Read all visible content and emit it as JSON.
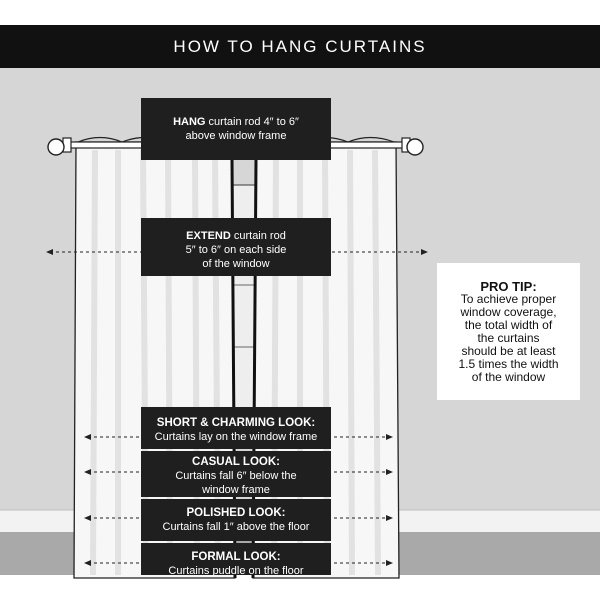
{
  "header": {
    "title": "HOW TO HANG CURTAINS"
  },
  "hang": {
    "bold": "HANG",
    "line1": " curtain rod 4″ to 6″",
    "line2": "above window frame"
  },
  "extend": {
    "bold": "EXTEND",
    "line1": " curtain rod",
    "line2": "5″ to 6″ on each side",
    "line3": "of the window"
  },
  "looks": [
    {
      "title": "SHORT & CHARMING LOOK:",
      "desc": "Curtains lay on the window frame"
    },
    {
      "title": "CASUAL LOOK:",
      "desc": "Curtains fall 6″ below the",
      "desc2": "window frame"
    },
    {
      "title": "POLISHED LOOK:",
      "desc": "Curtains fall 1″ above the floor"
    },
    {
      "title": "FORMAL LOOK:",
      "desc": "Curtains puddle on the floor"
    }
  ],
  "pro_tip": {
    "title": "PRO TIP:",
    "lines": [
      "To achieve proper",
      "window coverage,",
      "the total width of",
      "the curtains",
      "should be at least",
      "1.5 times the width",
      "of the window"
    ]
  },
  "colors": {
    "wall": "#d6d6d6",
    "floor": "#a9a9a9",
    "dark_box": "#1f1f1f",
    "header": "#111111"
  }
}
